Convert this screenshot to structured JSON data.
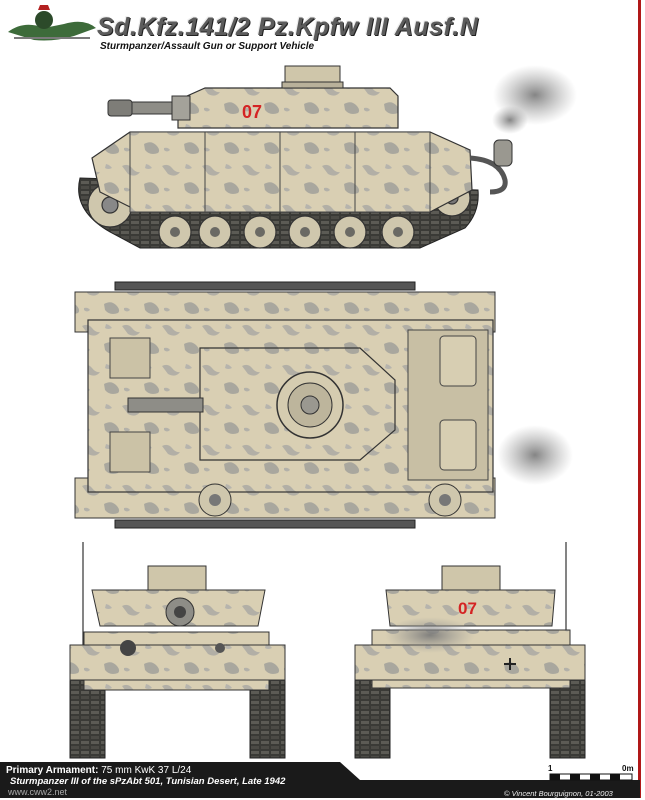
{
  "header": {
    "title": "Sd.Kfz.141/2 Pz.Kpfw III Ausf.N",
    "subtitle": "Sturmpanzer/Assault Gun or Support Vehicle"
  },
  "markings": {
    "turret_number_side": "07",
    "turret_number_rear": "07",
    "number_color": "#d42424"
  },
  "footer": {
    "armament_label": "Primary Armament:",
    "armament_value": "75 mm KwK 37 L/24",
    "unit_text": "Sturmpanzer III of the sPzAbt 501, Tunisian Desert, Late 1942",
    "watermark": "www.cww2.net",
    "credit": "© Vincent Bourguignon, 01-2003"
  },
  "scale": {
    "start": "1",
    "end": "0m"
  },
  "colors": {
    "frame": "#b01818",
    "camo_base": "#d8cdb0",
    "footer_bar": "#1a1a1a"
  }
}
